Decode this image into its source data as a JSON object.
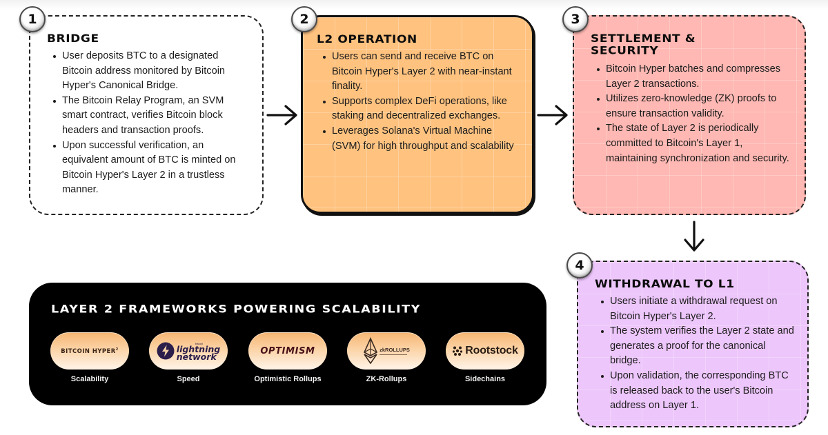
{
  "steps": [
    {
      "number": "1",
      "title": "Bridge",
      "bullets": [
        "User deposits BTC to a designated Bitcoin address monitored by Bitcoin Hyper's Canonical Bridge.",
        "The Bitcoin Relay Program, an SVM smart contract, verifies Bitcoin block headers and transaction proofs.",
        "Upon successful verification, an equivalent amount of BTC is minted on Bitcoin Hyper's Layer 2 in a trustless manner."
      ],
      "color": "#ffffff"
    },
    {
      "number": "2",
      "title": "L2 Operation",
      "bullets": [
        "Users can send and receive BTC on Bitcoin Hyper's Layer 2 with near-instant finality.",
        "Supports complex DeFi operations, like staking and decentralized exchanges.",
        "Leverages Solana's Virtual Machine (SVM) for high throughput and scalability"
      ],
      "color": "#ffc27f"
    },
    {
      "number": "3",
      "title": "Settlement & Security",
      "bullets": [
        "Bitcoin Hyper batches and compresses Layer 2 transactions.",
        "Utilizes zero-knowledge (ZK) proofs to ensure transaction validity.",
        "The state of Layer 2 is periodically committed to Bitcoin's Layer 1, maintaining synchronization and security."
      ],
      "color": "#ffb8b3"
    },
    {
      "number": "4",
      "title": "Withdrawal to L1",
      "bullets": [
        "Users initiate a withdrawal request on Bitcoin Hyper's Layer 2.",
        "The system verifies the Layer 2 state and generates a proof for the canonical bridge.",
        "Upon validation, the corresponding BTC is released back to the user's Bitcoin address on Layer 1."
      ],
      "color": "#edc6fb"
    }
  ],
  "arrows": [
    "arrow-right",
    "arrow-right",
    "arrow-down"
  ],
  "frameworks": {
    "title": "Layer 2 Frameworks Powering Scalability",
    "items": [
      {
        "logo_text": "BITCOIN HYPER",
        "logo_mark": "2",
        "label": "Scalability",
        "icon": "bitcoin-hyper-logo"
      },
      {
        "logo_text_1": "lightning",
        "logo_text_2": "network",
        "logo_small": "bitcoin",
        "label": "Speed",
        "icon": "lightning-bolt-icon"
      },
      {
        "logo_text": "OPTIMISM",
        "label": "Optimistic Rollups",
        "icon": "optimism-logo"
      },
      {
        "logo_text": "zkROLLUPS",
        "label": "ZK-Rollups",
        "icon": "ethereum-diamond-icon"
      },
      {
        "logo_text": "Rootstock",
        "label": "Sidechains",
        "icon": "rootstock-logo"
      }
    ]
  }
}
